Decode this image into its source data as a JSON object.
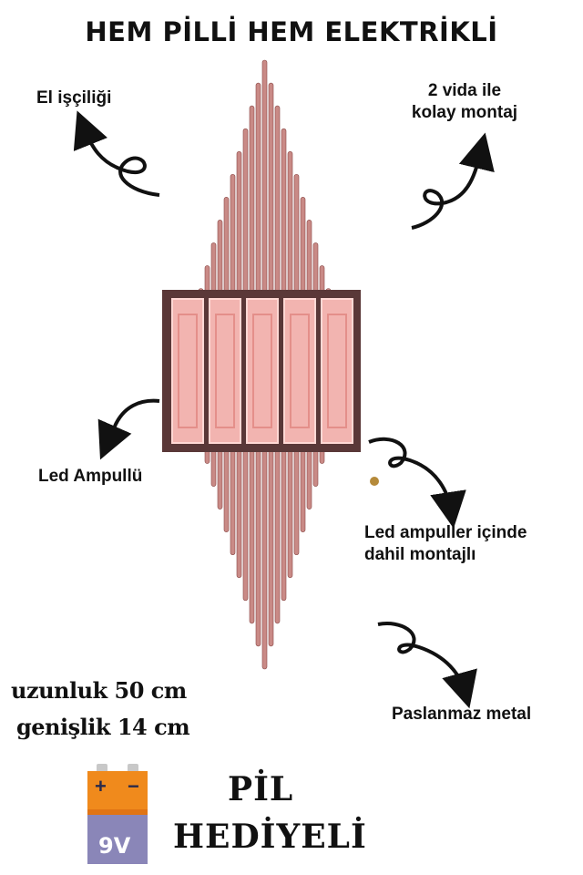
{
  "title": "HEM PİLLİ HEM ELEKTRİKLİ",
  "labels": {
    "handmade": "El işçiliği",
    "mount_line1": "2 vida ile",
    "mount_line2": "kolay montaj",
    "led": "Led Ampullü",
    "included_line1": "Led ampuller içinde",
    "included_line2": "dahil montajlı",
    "stainless": "Paslanmaz metal"
  },
  "dimensions": {
    "length": "uzunluk 50 cm",
    "width": "genişlik 14 cm"
  },
  "battery": {
    "plus": "+",
    "minus": "−",
    "voltage": "9V",
    "colors": {
      "top": "#f08a1c",
      "body": "#8a86b8",
      "label": "#2a2a4a"
    }
  },
  "gift": {
    "line1": "PİL",
    "line2": "HEDİYELİ"
  },
  "colors": {
    "rods": "#c98a86",
    "rods_dark": "#8a4a48",
    "glass": "#f2b4b0",
    "frame": "#5a3838"
  }
}
